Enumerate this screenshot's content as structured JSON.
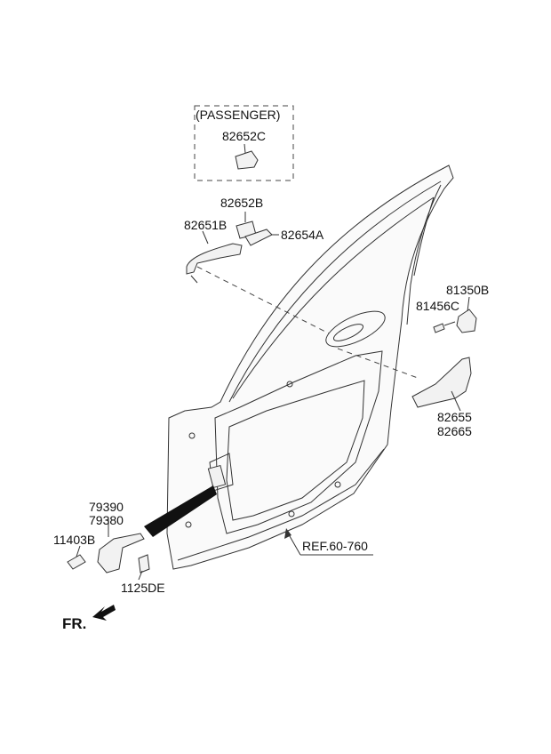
{
  "labels": {
    "passenger_box_title": "(PASSENGER)",
    "p82652C": "82652C",
    "p82652B": "82652B",
    "p82651B": "82651B",
    "p82654A": "82654A",
    "p81350B": "81350B",
    "p81456C": "81456C",
    "p82655": "82655",
    "p82665": "82665",
    "p79390": "79390",
    "p79380": "79380",
    "p11403B": "11403B",
    "p1125DE": "1125DE",
    "ref": "REF.60-760",
    "fr": "FR."
  }
}
